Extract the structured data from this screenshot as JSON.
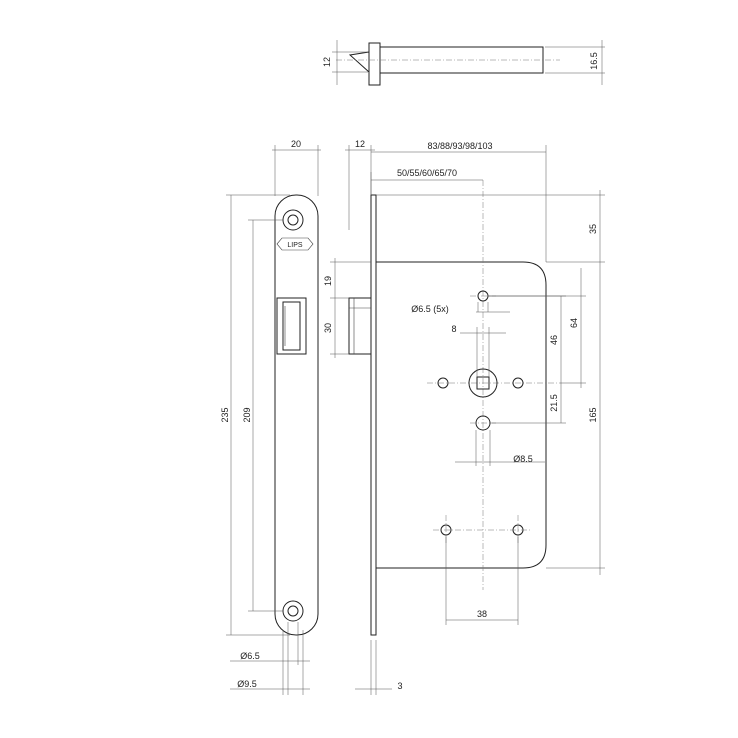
{
  "brand": "LIPS",
  "dimensions": {
    "faceplate_width": "20",
    "faceplate_height_total": "235",
    "faceplate_screw_spacing": "209",
    "screw_hole_small": "Ø6.5",
    "screw_hole_large": "Ø9.5",
    "latch_offset": "19",
    "latch_height": "30",
    "forend_thickness": "12",
    "case_depths": "83/88/93/98/103",
    "backsets": "50/55/60/65/70",
    "top_to_body": "35",
    "spindle_to_top_hole": "64",
    "cylinder_center_dist": "46",
    "spindle_to_lower": "21.5",
    "body_height": "165",
    "fixing_holes": "Ø6.5 (5x)",
    "spindle_square": "8",
    "lower_hole": "Ø8.5",
    "bottom_hole_spacing": "38",
    "plate_thickness": "3",
    "latch_top_height": "12",
    "latch_top_depth": "16.5"
  }
}
